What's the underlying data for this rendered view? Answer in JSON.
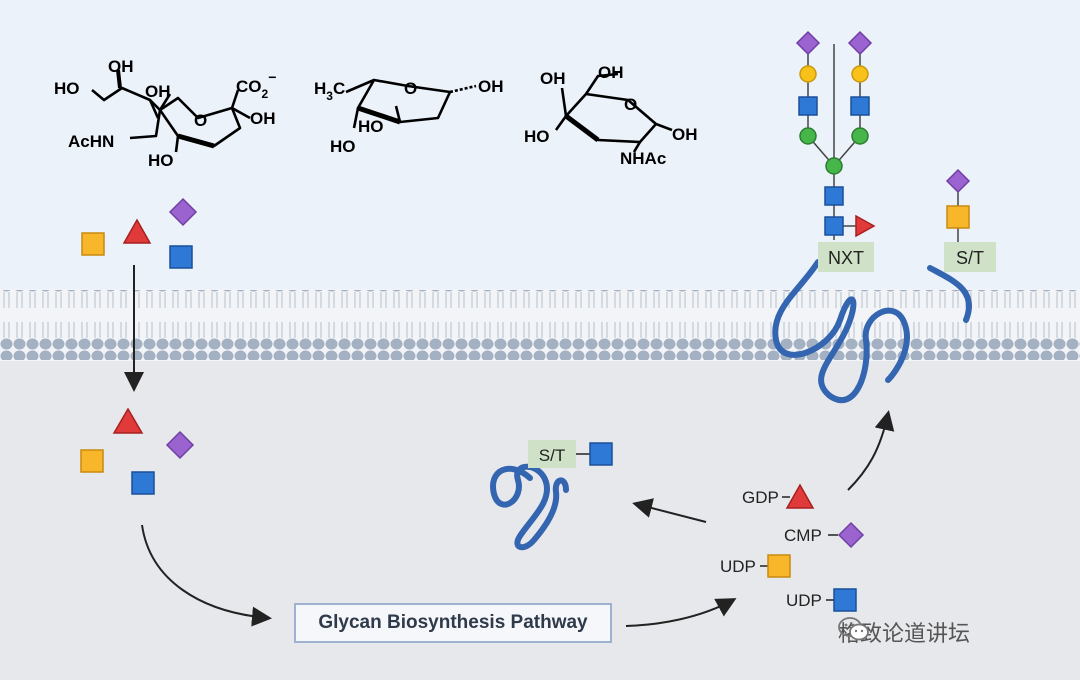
{
  "molecules": {
    "neu5ac": {
      "oh_top": "OH",
      "ho_left": "HO",
      "oh_mid": "OH",
      "co2": "CO",
      "co2_sub": "2",
      "co2_sup": "−",
      "oh_right": "OH",
      "achn": "AcHN",
      "ho_bottom": "HO",
      "o_ring": "O"
    },
    "fucose": {
      "h3c": "H",
      "h3c_sub": "3",
      "h3c_c": "C",
      "oh": "OH",
      "ho_mid": "HO",
      "ho_bottom": "HO",
      "o_ring": "O"
    },
    "galnac": {
      "oh_top_left": "OH",
      "oh_top_right": "OH",
      "ho_left": "HO",
      "oh_right": "OH",
      "nhac": "NHAc",
      "o_ring": "O"
    }
  },
  "glycoprotein_labels": {
    "nxt": "NXT",
    "st_membrane": "S/T",
    "st_cytosol": "S/T"
  },
  "nucleotide_sugars": {
    "gdp": "GDP",
    "cmp": "CMP",
    "udp_1": "UDP",
    "udp_2": "UDP"
  },
  "pathway_label": "Glycan Biosynthesis Pathway",
  "watermark": "格致论道讲坛",
  "colors": {
    "extracellular_bg": "#ecf2fa",
    "intracellular_bg": "#e7e8eb",
    "membrane": "#a8b4c4",
    "protein": "#3465b0",
    "fucose_red": "#e03a3a",
    "sialic_purple": "#9a63cf",
    "galnac_yellow": "#f8b62a",
    "glcnac_blue": "#2e78d6",
    "galactose_yellow": "#f8c21a",
    "mannose_green": "#47b64a",
    "label_green": "#cfe2c8"
  }
}
